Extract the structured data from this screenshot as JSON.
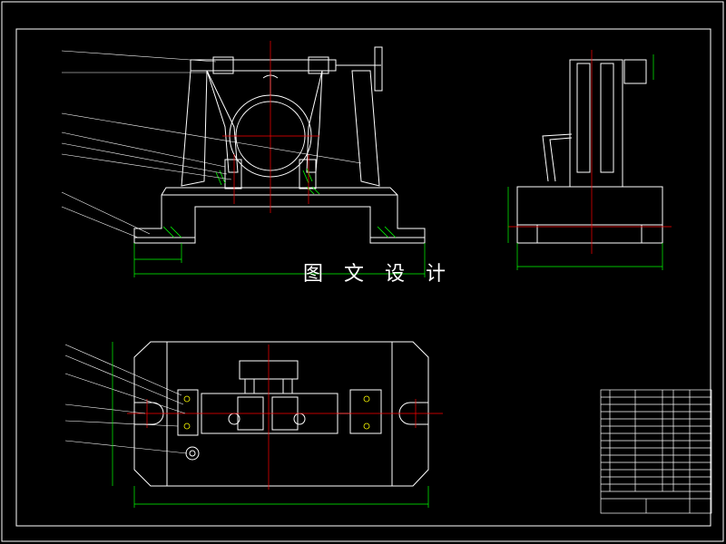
{
  "watermark": {
    "text": "图 文 设 计"
  },
  "colors": {
    "background": "#000000",
    "outline": "#ffffff",
    "dimension": "#00ff00",
    "centerline": "#ff0000",
    "section_hatch": "#00ff00",
    "accent": "#ffff00",
    "leader": "#ffffff"
  },
  "drawing": {
    "title": "",
    "views": [
      "front-view",
      "side-view",
      "top-view"
    ]
  },
  "technical_requirements": {
    "title": "",
    "lines": []
  },
  "balloons": {
    "front_view": [],
    "top_view": []
  },
  "title_block": {
    "cells": []
  }
}
